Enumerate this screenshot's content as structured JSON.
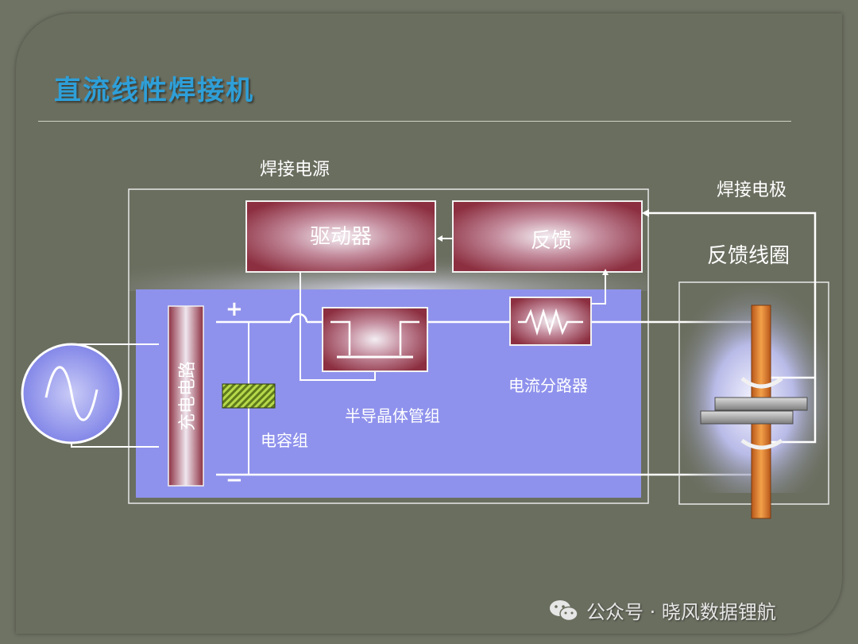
{
  "title": "直流线性焊接机",
  "labels": {
    "power_source": "焊接电源",
    "electrode": "焊接电极",
    "feedback_coil": "反馈线圈",
    "driver": "驱动器",
    "feedback": "反馈",
    "charging_circuit": "充电电路",
    "transistor_group": "半导晶体管组",
    "current_shunt": "电流分路器",
    "capacitor_group": "电容组",
    "plus": "+",
    "minus": "−"
  },
  "watermark": {
    "text": "公众号 · 晓风数据锂航",
    "icon": "wechat-icon"
  },
  "colors": {
    "title": "#2e9fd8",
    "background": "#6a6e5f",
    "block_fill": "#8c2f40",
    "circuit_panel": "#8f92ec",
    "electrode": "#e8892a"
  }
}
